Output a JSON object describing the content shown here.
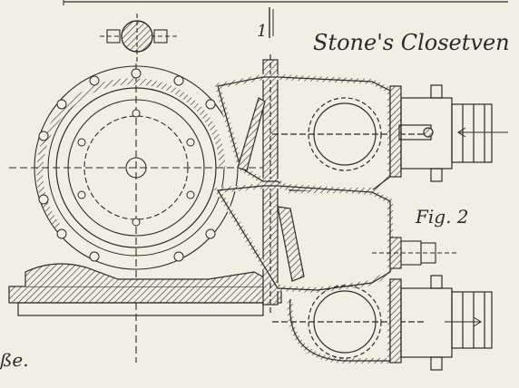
{
  "title": "Stone's Closetven",
  "figure_label": "Fig. 2",
  "margin_fragment": "ße.",
  "index_mark": "1",
  "colors": {
    "paper": "#f1efe3",
    "ink": "#2b2b2b",
    "hatch": "#3a3a3a"
  }
}
